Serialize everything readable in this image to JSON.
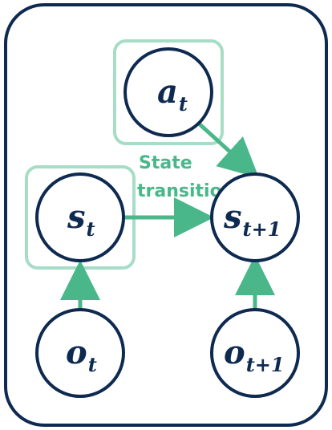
{
  "diagram": {
    "colors": {
      "node_stroke": "#0e2a50",
      "frame_stroke": "#0e2a50",
      "highlight_box": "#a7ddc7",
      "edge": "#4ab78a",
      "edge_text": "#4ab78a"
    },
    "nodes": {
      "a_t": {
        "main": "a",
        "sub": "t"
      },
      "s_t": {
        "main": "s",
        "sub": "t"
      },
      "s_t1": {
        "main": "s",
        "sub": "t+1"
      },
      "o_t": {
        "main": "o",
        "sub": "t"
      },
      "o_t1": {
        "main": "o",
        "sub": "t+1"
      }
    },
    "edges": [
      {
        "from": "a_t",
        "to": "s_t1"
      },
      {
        "from": "s_t",
        "to": "s_t1"
      },
      {
        "from": "o_t",
        "to": "s_t"
      },
      {
        "from": "o_t1",
        "to": "s_t1"
      }
    ],
    "edge_label": {
      "line1": "State",
      "line2": "transition"
    }
  }
}
